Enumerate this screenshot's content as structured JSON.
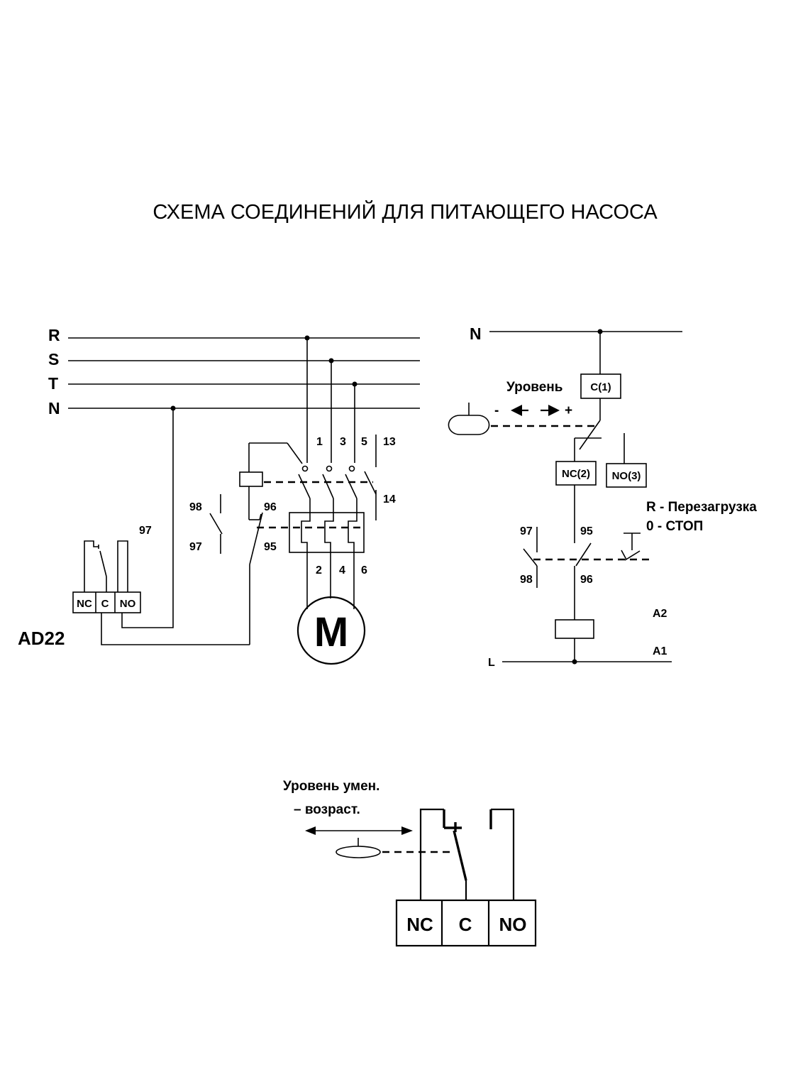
{
  "title": "СХЕМА СОЕДИНЕНИЙ ДЛЯ ПИТАЮЩЕГО НАСОСА",
  "power_circuit": {
    "bus_labels": [
      "R",
      "S",
      "T",
      "N"
    ],
    "contactor_terminals_top": [
      "1",
      "3",
      "5"
    ],
    "aux_contact_top": "13",
    "aux_contact_bottom": "14",
    "contactor_terminals_bottom": [
      "2",
      "4",
      "6"
    ],
    "relay_no_top": "98",
    "relay_no_bottom": "97",
    "relay_nc_top": "96",
    "relay_nc_bottom": "95",
    "ad22_label_97": "97",
    "motor_label": "M",
    "device_name": "AD22",
    "device_terminals": [
      "NC",
      "C",
      "NO"
    ]
  },
  "control_circuit": {
    "neutral_label": "N",
    "level_label": "Уровень",
    "minus_sign": "-",
    "plus_sign": "+",
    "terminal_c": "C(1)",
    "terminal_nc": "NC(2)",
    "terminal_no": "NO(3)",
    "legend_r": "R - Перезагрузка",
    "legend_0": "0 - СТОП",
    "contact_97": "97",
    "contact_98": "98",
    "contact_95": "95",
    "contact_96": "96",
    "coil_a2": "A2",
    "coil_a1": "A1",
    "line_label": "L"
  },
  "detail": {
    "level_line1": "Уровень умен.",
    "level_line2": "– возраст.",
    "terminals": [
      "NC",
      "C",
      "NO"
    ]
  }
}
